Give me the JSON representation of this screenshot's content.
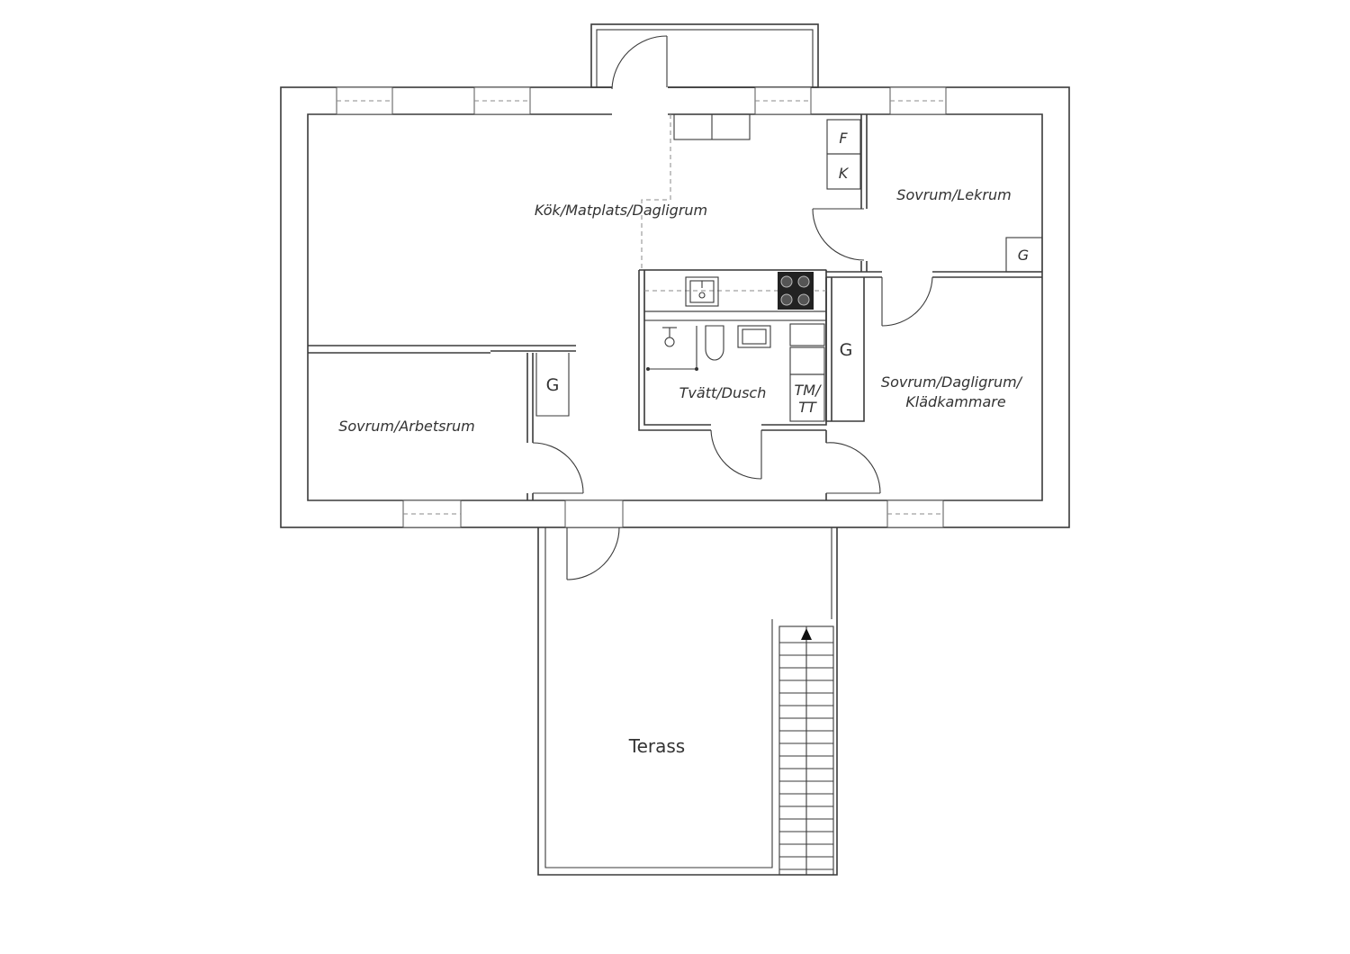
{
  "rooms": {
    "kitchen": "Kök/Matplats/Dagligrum",
    "bedroom_play": "Sovrum/Lekrum",
    "bedroom_office": "Sovrum/Arbetsrum",
    "bedroom_living_line1": "Sovrum/Dagligrum/",
    "bedroom_living_line2": "Klädkammare",
    "laundry_shower": "Tvätt/Dusch",
    "terrace": "Terass"
  },
  "appliances": {
    "fridge": "F",
    "freezer": "K",
    "tm_line1": "TM/",
    "tm_line2": "TT"
  },
  "closets": {
    "closet_small": "G",
    "closet_hall": "G",
    "closet_office": "G"
  }
}
